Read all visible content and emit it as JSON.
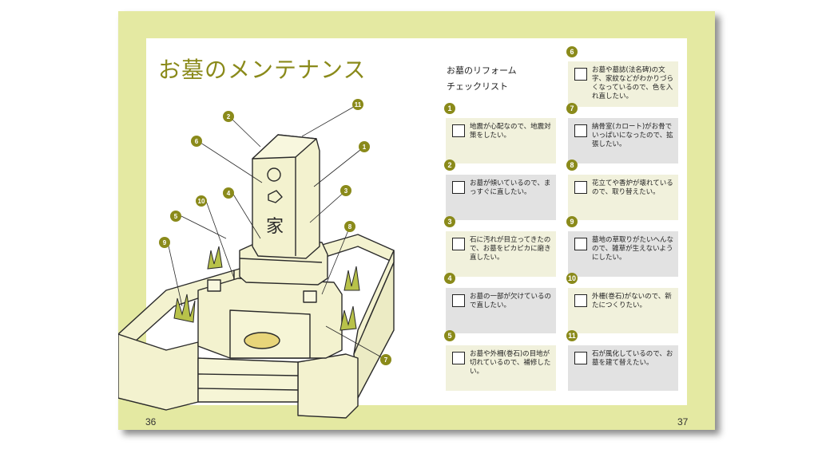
{
  "title": "お墓のメンテナンス",
  "subtitle_line1": "お墓のリフォーム",
  "subtitle_line2": "チェックリスト",
  "page_left": "36",
  "page_right": "37",
  "illustration": {
    "callouts": [
      "1",
      "2",
      "3",
      "4",
      "5",
      "6",
      "7",
      "8",
      "9",
      "10",
      "11"
    ],
    "inscription": "家"
  },
  "checklist": [
    {
      "num": "1",
      "text": "地震が心配なので、地震対策をしたい。"
    },
    {
      "num": "2",
      "text": "お墓が傾いているので、まっすぐに直したい。"
    },
    {
      "num": "3",
      "text": "石に汚れが目立ってきたので、お墓をピカピカに磨き直したい。"
    },
    {
      "num": "4",
      "text": "お墓の一部が欠けているので直したい。"
    },
    {
      "num": "5",
      "text": "お墓や外柵(巻石)の目地が切れているので、補修したい。"
    },
    {
      "num": "6",
      "text": "お墓や墓誌(法名碑)の文字、家紋などがわかりづらくなっているので、色を入れ直したい。"
    },
    {
      "num": "7",
      "text": "納骨室(カロート)がお骨でいっぱいになったので、拡張したい。"
    },
    {
      "num": "8",
      "text": "花立てや香炉が壊れているので、取り替えたい。"
    },
    {
      "num": "9",
      "text": "墓地の草取りがたいへんなので、雑草が生えないようにしたい。"
    },
    {
      "num": "10",
      "text": "外柵(巻石)がないので、新たにつくりたい。"
    },
    {
      "num": "11",
      "text": "石が風化しているので、お墓を建て替えたい。"
    }
  ],
  "colors": {
    "accent": "#8a8a1a",
    "page_bg": "#e4e9a2",
    "box_yellow": "#f1f1dc",
    "box_gray": "#e2e2e2"
  }
}
